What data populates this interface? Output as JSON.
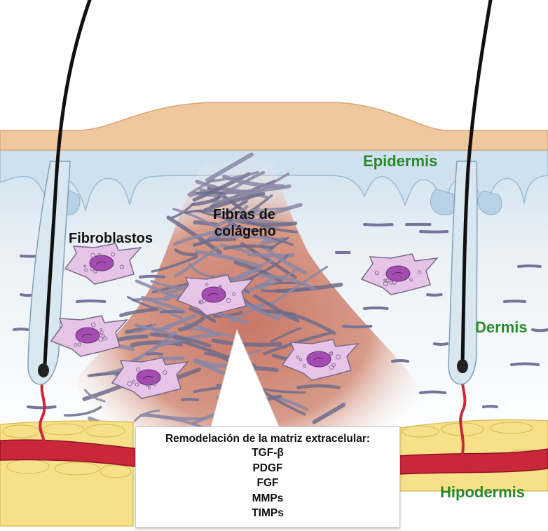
{
  "labels": {
    "epidermis": "Epidermis",
    "dermis": "Dermis",
    "hipodermis": "Hipodermis",
    "fibroblastos": "Fibroblastos",
    "fibras_line1": "Fibras de",
    "fibras_line2": "colágeno"
  },
  "callout": {
    "title": "Remodelación de la matriz extracelular:",
    "factors": [
      "TGF-β",
      "PDGF",
      "FGF",
      "MMPs",
      "TIMPs"
    ]
  },
  "colors": {
    "layer_label": "#2a8a2a",
    "epidermis_skin": "#f0c8a0",
    "dermis_blue": "#cfe1ee",
    "scar": "#d28a78",
    "fibroblast": "#e6c4e8",
    "nucleus": "#a34db0",
    "fat": "#f6e08a",
    "vessel": "#c8283a"
  }
}
